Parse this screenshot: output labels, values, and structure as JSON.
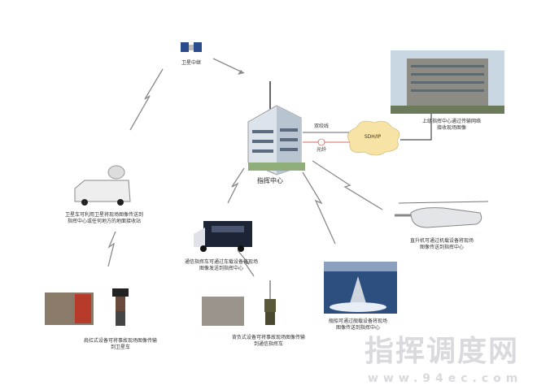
{
  "nodes": {
    "satellite": {
      "label": "卫星中继"
    },
    "center": {
      "label": "指挥中心"
    },
    "links": {
      "twisted": "双绞线",
      "fiber": "光纤",
      "cloud": "SDH/IP"
    },
    "hq": {
      "line1": "上级指挥中心通过传输网络",
      "line2": "接收现场图像"
    },
    "sat_van": {
      "line1": "卫星车可利用卫星将现场图像传送到",
      "line2": "指挥中心或任何地方的地面接收站"
    },
    "truck": {
      "line1": "通信指挥车可通过车载设备将现场",
      "line2": "图像发送到指挥中心"
    },
    "heli": {
      "line1": "直升机可通过机载设备将现场",
      "line2": "图像传送到指挥中心"
    },
    "ship": {
      "line1": "舰船可通过舰载设备将现场",
      "line2": "图像传送到指挥中心"
    },
    "shoulder": {
      "line1": "肩扛式设备可将事故现场图像传输",
      "line2": "到卫星车"
    },
    "backpack": {
      "line1": "背负式设备可将事故现场图像传输",
      "line2": "到通信指挥车"
    }
  },
  "watermark": {
    "title": "指挥调度网",
    "url": "www.94ec.com"
  },
  "colors": {
    "cloud": "#f7e3a6",
    "bolt": "#8a8a8a",
    "fiber": "#c0392b"
  }
}
